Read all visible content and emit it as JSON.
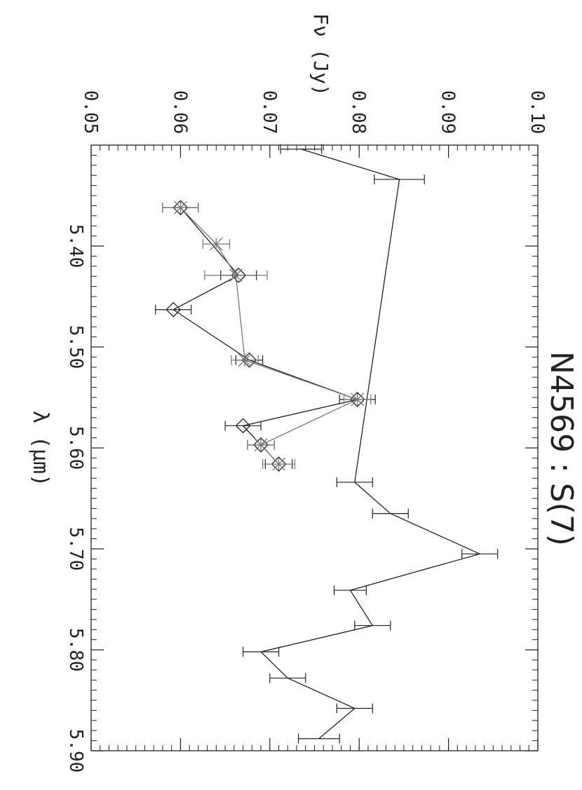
{
  "chart_data": {
    "type": "line",
    "title": "N4569 : S(7)",
    "xlabel": "λ (μm)",
    "ylabel": "Fν (Jy)",
    "xlim": [
      5.3,
      5.9
    ],
    "ylim": [
      0.05,
      0.1
    ],
    "x_ticks": [
      "5.40",
      "5.50",
      "5.60",
      "5.70",
      "5.80",
      "5.90"
    ],
    "y_ticks": [
      "0.05",
      "0.06",
      "0.07",
      "0.08",
      "0.09",
      "0.10"
    ],
    "grid": false,
    "series": [
      {
        "color": "#222222",
        "marker": "none",
        "points": [
          {
            "x": 5.304,
            "y": 0.0735,
            "err": 0.0023
          },
          {
            "x": 5.334,
            "y": 0.0845,
            "err": 0.0028
          },
          {
            "x": 5.634,
            "y": 0.0795,
            "err": 0.002
          },
          {
            "x": 5.665,
            "y": 0.0835,
            "err": 0.002
          },
          {
            "x": 5.705,
            "y": 0.0935,
            "err": 0.002
          },
          {
            "x": 5.741,
            "y": 0.079,
            "err": 0.0018
          },
          {
            "x": 5.776,
            "y": 0.0815,
            "err": 0.002
          },
          {
            "x": 5.802,
            "y": 0.069,
            "err": 0.002
          },
          {
            "x": 5.828,
            "y": 0.072,
            "err": 0.002
          },
          {
            "x": 5.858,
            "y": 0.0795,
            "err": 0.002
          },
          {
            "x": 5.888,
            "y": 0.0755,
            "err": 0.0023
          }
        ]
      },
      {
        "color": "#222222",
        "marker": "diamond",
        "points": [
          {
            "x": 5.362,
            "y": 0.06,
            "err": 0.002
          },
          {
            "x": 5.429,
            "y": 0.0665,
            "err": 0.002
          },
          {
            "x": 5.463,
            "y": 0.0592,
            "err": 0.002
          },
          {
            "x": 5.513,
            "y": 0.0677,
            "err": 0.0015
          },
          {
            "x": 5.552,
            "y": 0.0798,
            "err": 0.002
          },
          {
            "x": 5.578,
            "y": 0.067,
            "err": 0.002
          },
          {
            "x": 5.597,
            "y": 0.069,
            "err": 0.0015
          },
          {
            "x": 5.616,
            "y": 0.071,
            "err": 0.0015
          }
        ]
      },
      {
        "color": "#777777",
        "marker": "asterisk",
        "points": [
          {
            "x": 5.362,
            "y": 0.06,
            "err": 0.002
          },
          {
            "x": 5.398,
            "y": 0.064,
            "err": 0.0015
          },
          {
            "x": 5.429,
            "y": 0.0662,
            "err": 0.0035
          },
          {
            "x": 5.513,
            "y": 0.0672,
            "err": 0.0015
          },
          {
            "x": 5.552,
            "y": 0.0798,
            "err": 0.0015
          },
          {
            "x": 5.597,
            "y": 0.069,
            "err": 0.0015
          },
          {
            "x": 5.616,
            "y": 0.071,
            "err": 0.0018
          }
        ]
      }
    ]
  }
}
